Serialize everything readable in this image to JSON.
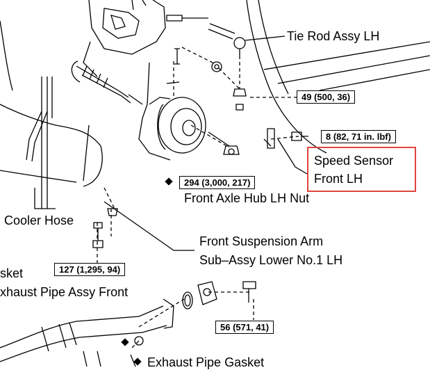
{
  "labels": {
    "tie_rod": "Tie Rod Assy LH",
    "speed_sensor_line1": "Speed Sensor",
    "speed_sensor_line2": "Front LH",
    "axle_nut": "Front Axle Hub LH Nut",
    "cooler_hose": "Cooler Hose",
    "susp_arm_line1": "Front Suspension Arm",
    "susp_arm_line2": "Sub–Assy Lower No.1 LH",
    "gasket_left": "sket",
    "exhaust_front": "xhaust Pipe Assy Front",
    "exhaust_gasket": "Exhaust Pipe Gasket"
  },
  "torques": {
    "t49": "49 (500, 36)",
    "t8": "8 (82, 71 in. lbf)",
    "t294": "294 (3,000, 217)",
    "t127": "127 (1,295, 94)",
    "t56": "56 (571, 41)"
  },
  "colors": {
    "highlight": "#e0443e",
    "ink": "#000000"
  }
}
